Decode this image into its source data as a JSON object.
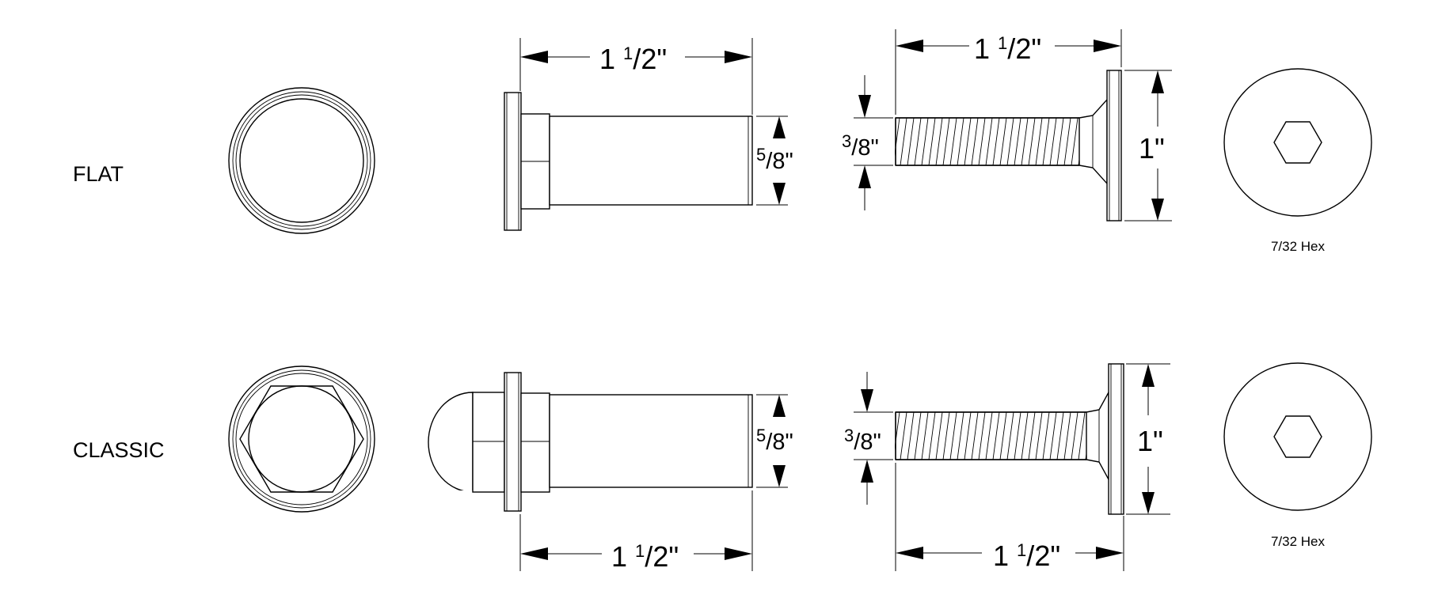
{
  "rows": [
    {
      "label": "FLAT",
      "sleeve": {
        "length_whole": "1",
        "length_num": "1",
        "length_den": "2\"",
        "dia_num": "5",
        "dia_den": "8\""
      },
      "screw": {
        "length_whole": "1",
        "length_num": "1",
        "length_den": "2\"",
        "thread_num": "3",
        "thread_den": "8\"",
        "head": "1\""
      },
      "hex_label": "7/32 Hex"
    },
    {
      "label": "CLASSIC",
      "sleeve": {
        "length_whole": "1",
        "length_num": "1",
        "length_den": "2\"",
        "dia_num": "5",
        "dia_den": "8\""
      },
      "screw": {
        "length_whole": "1",
        "length_num": "1",
        "length_den": "2\"",
        "thread_num": "3",
        "thread_den": "8\"",
        "head": "1\""
      },
      "hex_label": "7/32 Hex"
    }
  ],
  "icons": {
    "flat_head": "flat-cap-end-view-icon",
    "classic_head": "acorn-hex-cap-end-view-icon",
    "socket": "hex-socket-end-view-icon"
  },
  "colors": {
    "line": "#000000",
    "background": "#ffffff"
  }
}
